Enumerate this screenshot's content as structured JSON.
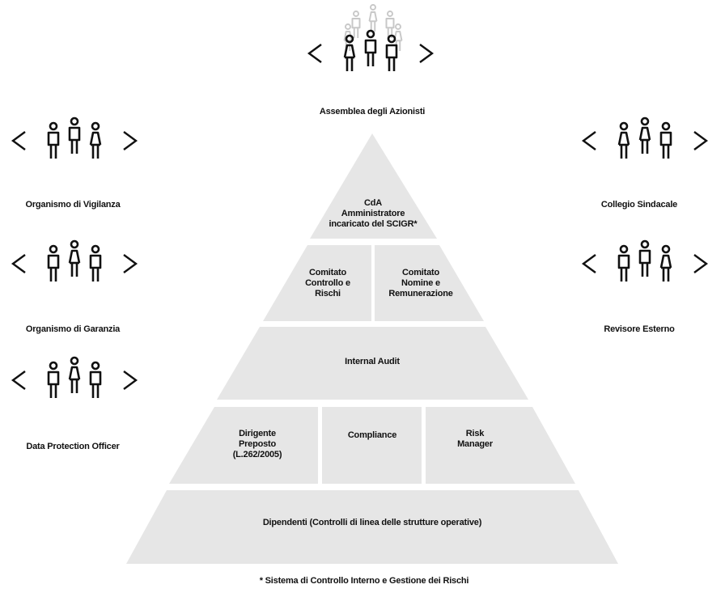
{
  "stakeholders": {
    "top": "Assemblea degli Azionisti",
    "left": [
      "Organismo di Vigilanza",
      "Organismo di Garanzia",
      "Data Protection Officer"
    ],
    "right": [
      "Collegio Sindacale",
      "Revisore Esterno"
    ]
  },
  "pyramid": {
    "tier1": "CdA\nAmministratore\nincaricato del SCIGR*",
    "tier2": [
      "Comitato\nControllo e\nRischi",
      "Comitato\nNomine e\nRemunerazione"
    ],
    "tier3": "Internal Audit",
    "tier4": [
      "Dirigente\nPreposto\n(L.262/2005)",
      "Compliance",
      "Risk\nManager"
    ],
    "tier5": "Dipendenti (Controlli di linea delle strutture operative)"
  },
  "footnote": "* Sistema di Controllo Interno e Gestione dei Rischi",
  "colors": {
    "tier_fill": "#e6e6e6",
    "icon": "#111111",
    "icon_faded": "#c8c8c8"
  }
}
